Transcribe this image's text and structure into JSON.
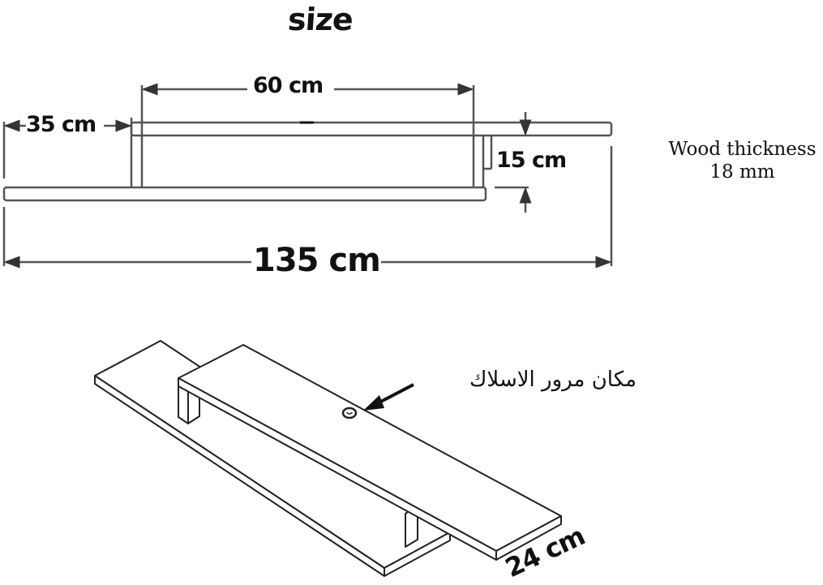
{
  "title": "size",
  "dimensions": {
    "top_width": "60 cm",
    "left_offset": "35 cm",
    "height": "15 cm",
    "total_length": "135 cm",
    "depth": "24 cm"
  },
  "note": {
    "line1": "Wood thickness",
    "line2": "18 mm"
  },
  "cable_hole_label": "مكان مرور الاسلاك",
  "colors": {
    "line": "#555555",
    "text": "#111111",
    "background": "#ffffff"
  }
}
